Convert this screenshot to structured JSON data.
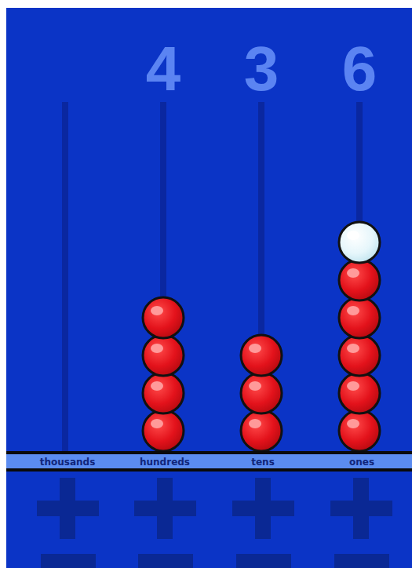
{
  "diagram": {
    "labels": [
      "4",
      "3",
      "6",
      "thousands",
      "hundreds",
      "tens",
      "ones"
    ]
  }
}
